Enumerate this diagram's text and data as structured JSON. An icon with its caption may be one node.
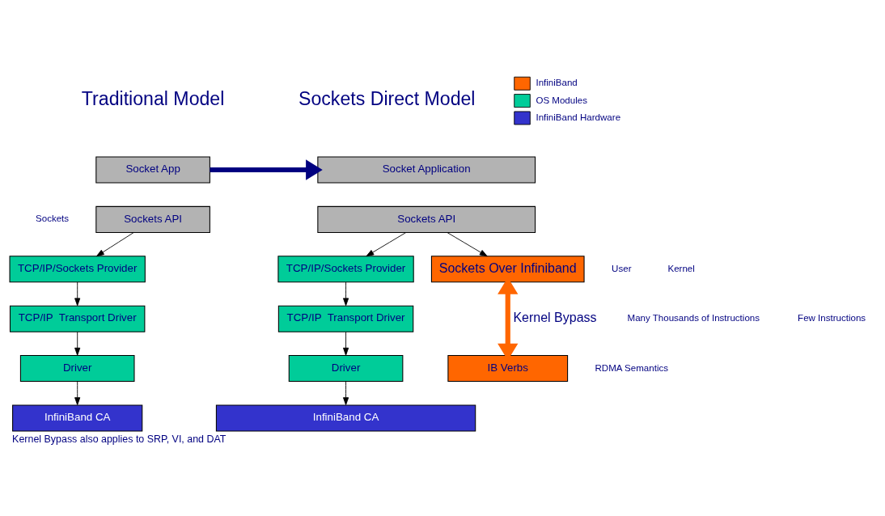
{
  "diagram": {
    "caption": "Kernel Bypass also applies to SRP, VI, and DAT",
    "nodes": [
      {
        "text": [
          "Socket App"
        ]
      },
      {
        "text": [
          "Sockets API"
        ]
      },
      {
        "text": [
          "TCP/IP/Sockets Provider"
        ]
      },
      {
        "text": [
          "TCP/IP  Transport Driver"
        ]
      },
      {
        "text": [
          "Driver"
        ]
      },
      {
        "text": [
          "InfiniBand CA"
        ]
      },
      {
        "text": [
          "Socket Application"
        ]
      },
      {
        "text": [
          "Sockets API"
        ]
      },
      {
        "text": [
          "TCP/IP/Sockets Provider"
        ]
      },
      {
        "text": [
          "TCP/IP  Transport Driver"
        ]
      },
      {
        "text": [
          "Driver"
        ]
      },
      {
        "text": [
          "InfiniBand CA"
        ]
      },
      {
        "text": [
          "Sockets Over Infiniband"
        ]
      },
      {
        "text": [
          "IB Verbs"
        ]
      }
    ],
    "edges": [
      {
        "from": 0,
        "to": 6,
        "arrow": "to",
        "style": "thick",
        "color": "#000080"
      },
      {
        "from": 1,
        "to": 2,
        "arrow": "to"
      },
      {
        "from": 2,
        "to": 3,
        "arrow": "to"
      },
      {
        "from": 3,
        "to": 4,
        "arrow": "to"
      },
      {
        "from": 4,
        "to": 5,
        "arrow": "to"
      },
      {
        "from": 7,
        "to": 8,
        "arrow": "to"
      },
      {
        "from": 8,
        "to": 9,
        "arrow": "to"
      },
      {
        "from": 9,
        "to": 10,
        "arrow": "to"
      },
      {
        "from": 10,
        "to": 11,
        "arrow": "to"
      },
      {
        "from": 7,
        "to": 12,
        "arrow": "to"
      },
      {
        "from": 12,
        "to": 13,
        "arrow": "both",
        "label": "Kernel Bypass",
        "style": "thick",
        "color": "#ff6600"
      }
    ],
    "labels": [
      "Traditional Model",
      "Sockets Direct Model",
      "Sockets",
      "User",
      "Kernel",
      "Many Thousands of Instructions",
      "RDMA Semantics",
      "Few Instructions"
    ],
    "legend": [
      {
        "text": "InfiniBand",
        "color": "#ff6600"
      },
      {
        "text": "OS Modules",
        "color": "#00cc99"
      },
      {
        "text": "InfiniBand Hardware",
        "color": "#3333cc"
      }
    ]
  }
}
